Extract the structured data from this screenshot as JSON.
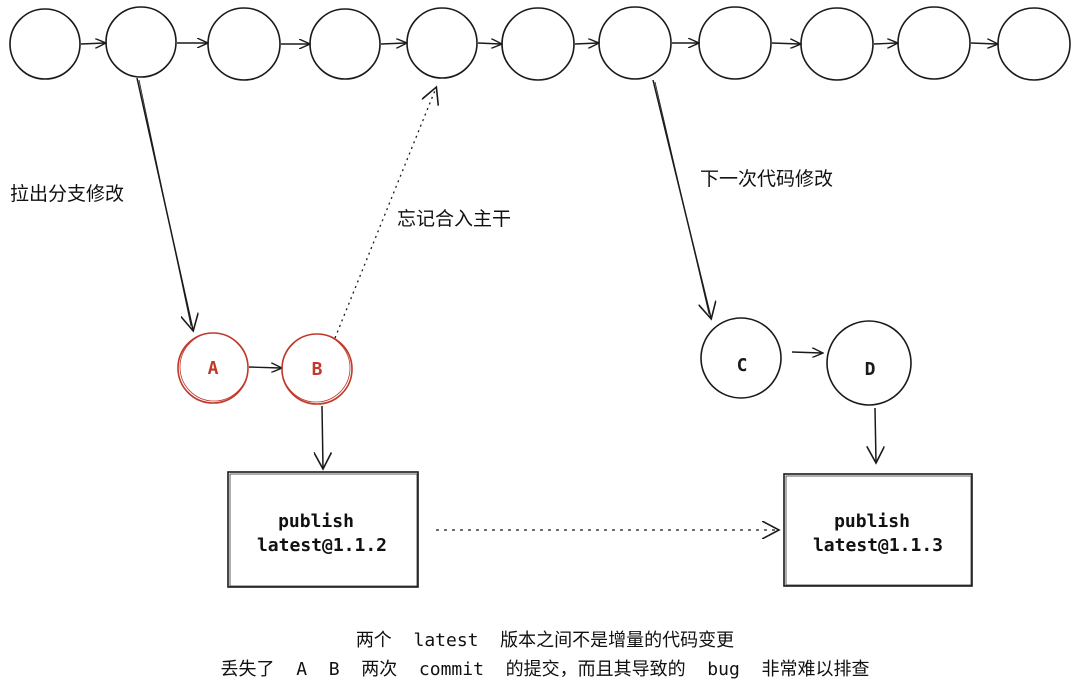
{
  "colors": {
    "ink": "#1a1a1a",
    "branch_highlight": "#c0392b"
  },
  "annotations": {
    "branch_out": "拉出分支修改",
    "forgot_merge": "忘记合入主干",
    "next_change": "下一次代码修改"
  },
  "commits": {
    "a": "A",
    "b": "B",
    "c": "C",
    "d": "D"
  },
  "publish_boxes": {
    "first": {
      "line1": "publish",
      "line2": "latest@1.1.2"
    },
    "second": {
      "line1": "publish",
      "line2": "latest@1.1.3"
    }
  },
  "footer": {
    "line1": "两个  latest  版本之间不是增量的代码变更",
    "line2": "丢失了  A  B  两次  commit  的提交，而且其导致的  bug  非常难以排查"
  }
}
